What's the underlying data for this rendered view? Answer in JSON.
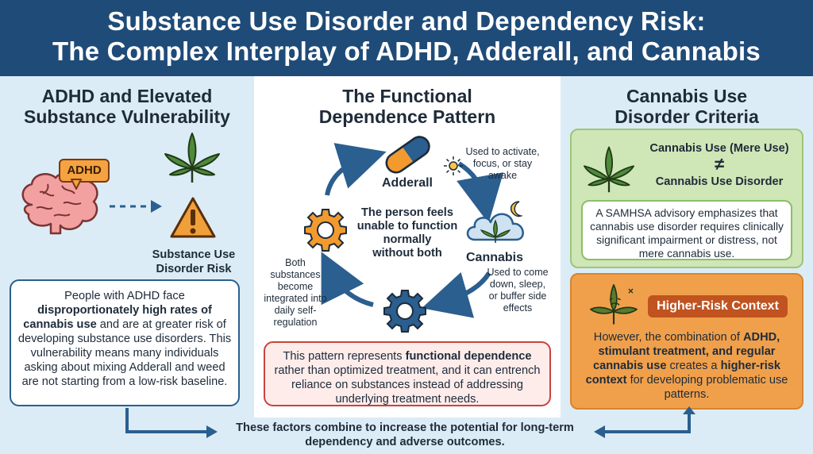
{
  "header": {
    "title_line1": "Substance Use Disorder and Dependency Risk:",
    "title_line2": "The Complex Interplay of ADHD, Adderall, and Cannabis"
  },
  "left": {
    "title_line1": "ADHD and Elevated",
    "title_line2": "Substance Vulnerability",
    "adhd_badge": "ADHD",
    "risk_label_line1": "Substance Use",
    "risk_label_line2": "Disorder Risk",
    "box": {
      "p1": "People with ADHD face ",
      "b1": "disproportionately high rates of cannabis use",
      "p2": " and are at greater risk of developing substance use disorders. This vulnerability means many individuals asking about mixing Adderall and weed are not starting from a low-risk baseline."
    }
  },
  "middle": {
    "title_line1": "The Functional",
    "title_line2": "Dependence Pattern",
    "adderall_label": "Adderall",
    "adderall_note_line1": "Used to activate,",
    "adderall_note_line2": "focus, or stay",
    "adderall_note_line3": "awake",
    "cannabis_label": "Cannabis",
    "cannabis_note_line1": "Used to come",
    "cannabis_note_line2": "down, sleep,",
    "cannabis_note_line3": "or buffer side",
    "cannabis_note_line4": "effects",
    "center_line1": "The person feels",
    "center_line2": "unable to function",
    "center_line3": "normally",
    "center_line4": "without both",
    "both_line1": "Both",
    "both_line2": "substances",
    "both_line3": "become",
    "both_line4": "integrated into",
    "both_line5": "daily self-",
    "both_line6": "regulation",
    "box": {
      "p1": "This pattern represents ",
      "b1": "functional dependence",
      "p2": " rather than optimized treatment, and it can entrench reliance on substances instead of addressing underlying treatment needs."
    }
  },
  "right": {
    "title_line1": "Cannabis Use",
    "title_line2": "Disorder Criteria",
    "mere_use": "Cannabis Use (Mere Use)",
    "not_equal": "≠",
    "disorder": "Cannabis Use Disorder",
    "samhsa": "A SAMHSA advisory emphasizes that cannabis use disorder requires clinically significant impairment or distress, not mere cannabis use.",
    "badge": "Higher-Risk Context",
    "orange": {
      "p1": "However, the combination of ",
      "b1": "ADHD, stimulant treatment, and regular cannabis use",
      "p2": " creates a ",
      "b2": "higher-risk context",
      "p3": " for developing problematic use patterns."
    }
  },
  "footer": {
    "line1": "These factors combine to increase the potential for long-term",
    "line2": "dependency and adverse outcomes."
  },
  "colors": {
    "header_bg": "#1f4b78",
    "brain": "#f2a0a0",
    "leaf": "#4f8a3a",
    "warning": "#f0a03a",
    "adhd_badge": "#f4a340",
    "cycle_arrow": "#2a5f8f",
    "gear_orange": "#f29a2e",
    "gear_blue": "#2a5f8f",
    "orange_panel": "#f0a04b",
    "green_panel": "#cfe6b6"
  }
}
